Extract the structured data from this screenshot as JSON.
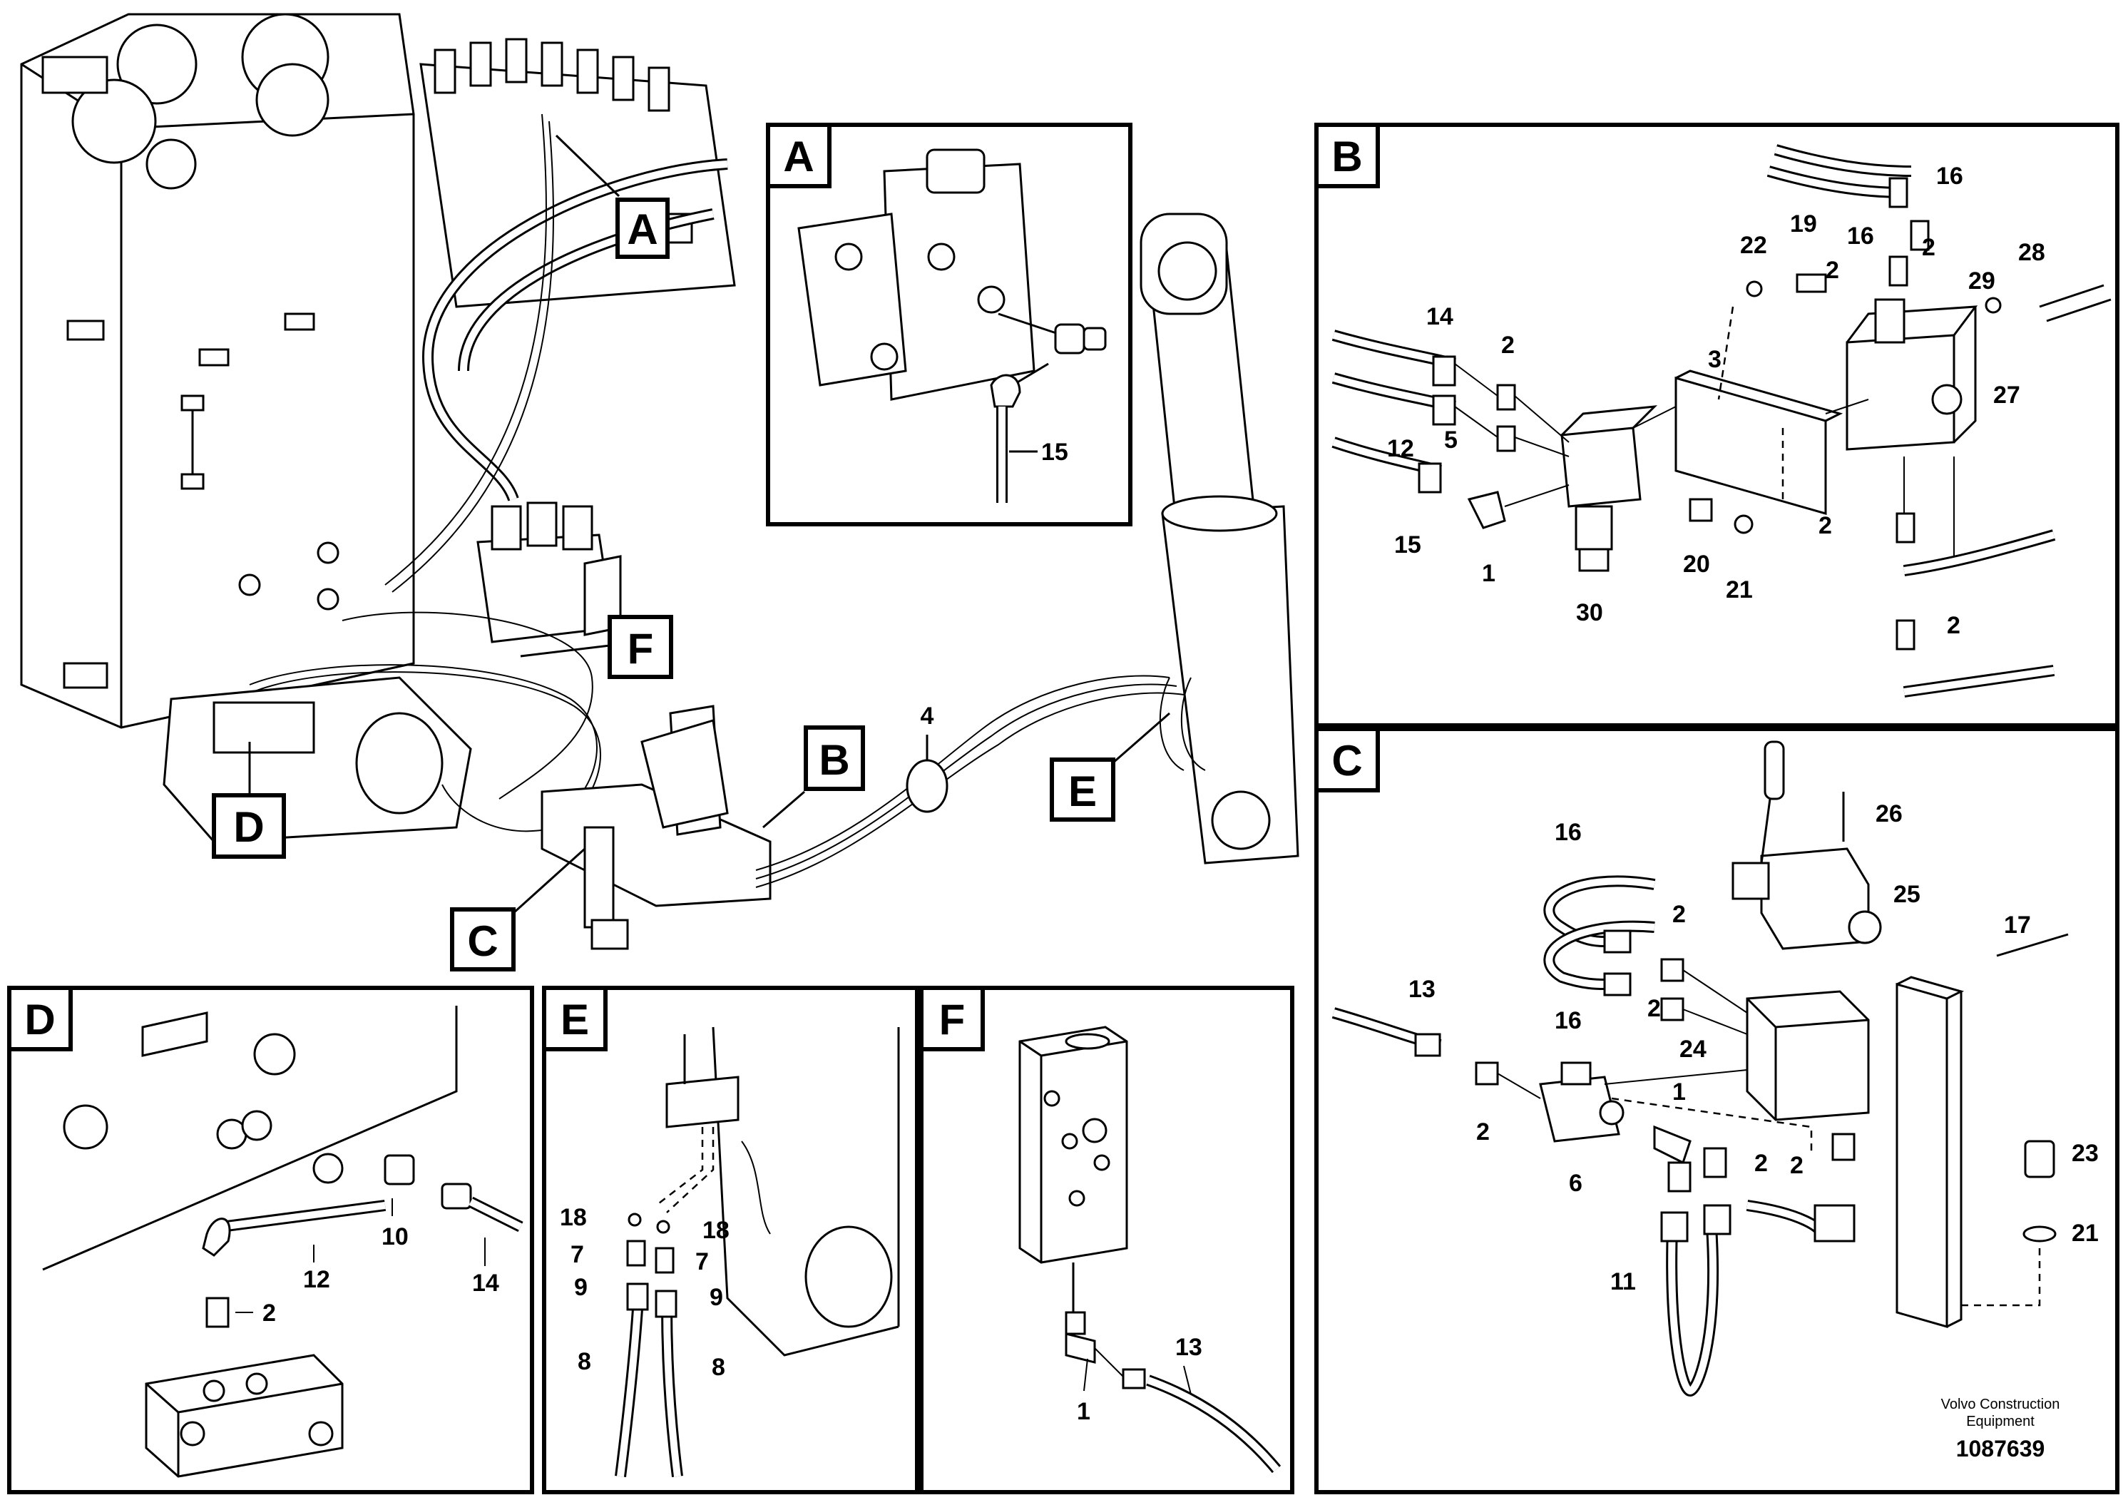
{
  "views": {
    "A": {
      "tag": "A",
      "labels": [
        "15"
      ]
    },
    "B": {
      "tag": "B",
      "labels": [
        "16",
        "16",
        "19",
        "22",
        "2",
        "2",
        "28",
        "29",
        "14",
        "2",
        "3",
        "27",
        "12",
        "5",
        "15",
        "1",
        "30",
        "20",
        "21",
        "2",
        "2"
      ]
    },
    "C": {
      "tag": "C",
      "labels": [
        "26",
        "16",
        "2",
        "25",
        "17",
        "13",
        "16",
        "2",
        "24",
        "2",
        "1",
        "6",
        "2",
        "2",
        "23",
        "21",
        "11"
      ]
    },
    "D": {
      "tag": "D",
      "labels": [
        "12",
        "10",
        "14",
        "2"
      ]
    },
    "E": {
      "tag": "E",
      "labels": [
        "18",
        "18",
        "7",
        "7",
        "9",
        "9",
        "8",
        "8"
      ]
    },
    "F": {
      "tag": "F",
      "labels": [
        "13",
        "1"
      ]
    }
  },
  "overview": {
    "callouts": [
      "A",
      "B",
      "C",
      "D",
      "E",
      "F"
    ],
    "labels": [
      "4"
    ]
  },
  "footer": {
    "company_line1": "Volvo Construction",
    "company_line2": "Equipment",
    "doc_number": "1087639"
  }
}
